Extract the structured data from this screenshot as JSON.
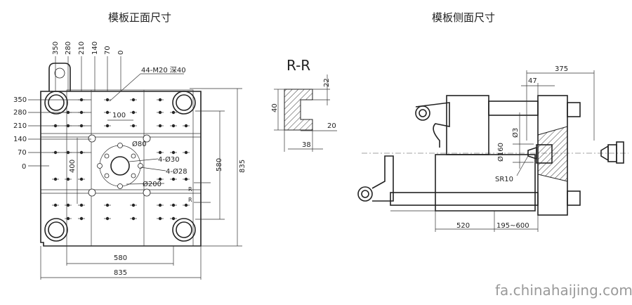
{
  "front_view": {
    "title": "模板正面尺寸",
    "top_ticks": [
      "350",
      "280",
      "210",
      "140",
      "70",
      "0"
    ],
    "left_ticks": [
      "350",
      "280",
      "210",
      "140",
      "70",
      "0"
    ],
    "thread_note": "44-M20 深40",
    "dim_100": "100",
    "dim_400": "400",
    "dim_580_vertical": "580",
    "dim_835_vertical": "835",
    "dim_580_horizontal": "580",
    "dim_835_horizontal": "835",
    "d80": "Ø80",
    "d30": "4-Ø30",
    "d28": "4-Ø28",
    "d200": "Ø200",
    "section_marks": [
      "R",
      "R"
    ]
  },
  "section_view": {
    "title": "R-R",
    "dim_40": "40",
    "dim_22": "22",
    "dim_20": "20",
    "dim_38": "38"
  },
  "side_view": {
    "title": "模板侧面尺寸",
    "dim_375": "375",
    "dim_47": "47",
    "dim_d3": "Ø3",
    "dim_d160": "Ø160",
    "dim_sr10": "SR10",
    "dim_520": "520",
    "dim_195_600": "195~600"
  },
  "watermark": "fa.chinahaijing.com"
}
